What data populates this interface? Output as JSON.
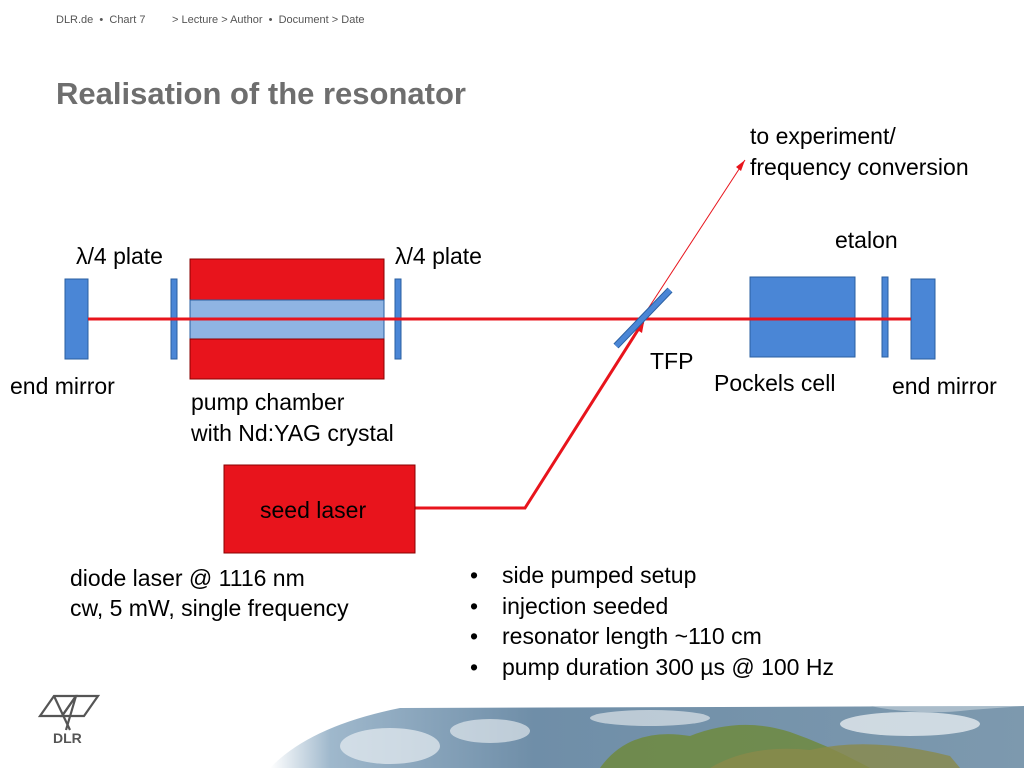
{
  "header": {
    "left": "DLR.de  •  Chart 7",
    "right": "> Lecture > Author  •  Document > Date"
  },
  "title": "Realisation of the resonator",
  "labels": {
    "lambda_plate_left": "λ/4 plate",
    "lambda_plate_right": "λ/4 plate",
    "end_mirror_left": "end mirror",
    "end_mirror_right": "end mirror",
    "pump_chamber_line1": "pump chamber",
    "pump_chamber_line2": "with Nd:YAG crystal",
    "seed_laser": "seed laser",
    "tfp": "TFP",
    "pockels_cell": "Pockels cell",
    "etalon": "etalon",
    "output_line1": "to experiment/",
    "output_line2": "frequency conversion",
    "diode_line1": "diode laser @ 1116 nm",
    "diode_line2": "cw, 5 mW, single frequency"
  },
  "bullets": [
    "side pumped setup",
    "injection seeded",
    "resonator length ~110 cm",
    "pump duration 300 µs @ 100 Hz"
  ],
  "logo_text": "DLR",
  "colors": {
    "beam": "#e8141c",
    "optic_fill": "#4a86d6",
    "optic_stroke": "#2a5fa0",
    "crystal": "#8fb4e3",
    "title": "#6e6e6e"
  }
}
